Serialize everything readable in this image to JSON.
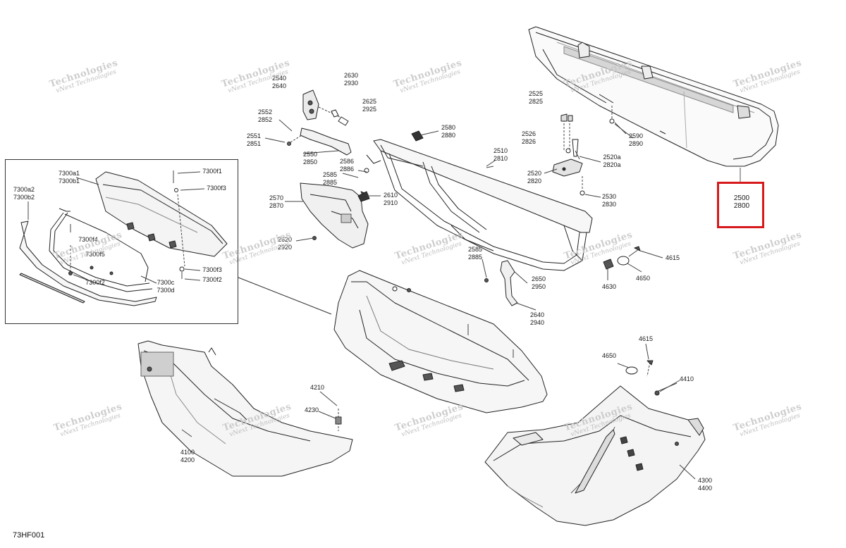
{
  "diagram_code": "73HF001",
  "watermark": {
    "line1": "vNext Technologies",
    "line2": "Technologies"
  },
  "highlight_color": "#d7191c",
  "callouts": [
    {
      "id": "c2540",
      "text": "2540\n2640"
    },
    {
      "id": "c2630",
      "text": "2630\n2930"
    },
    {
      "id": "c2625",
      "text": "2625\n2925"
    },
    {
      "id": "c2552",
      "text": "2552\n2852"
    },
    {
      "id": "c2551",
      "text": "2551\n2851"
    },
    {
      "id": "c2550",
      "text": "2550\n2850"
    },
    {
      "id": "c2586",
      "text": "2586\n2886"
    },
    {
      "id": "c2585a",
      "text": "2585\n2885"
    },
    {
      "id": "c2580",
      "text": "2580\n2880"
    },
    {
      "id": "c2570",
      "text": "2570\n2870"
    },
    {
      "id": "c2610",
      "text": "2610\n2910"
    },
    {
      "id": "c2620",
      "text": "2620\n2920"
    },
    {
      "id": "c2510",
      "text": "2510\n2810"
    },
    {
      "id": "c2525",
      "text": "2525\n2825"
    },
    {
      "id": "c2526",
      "text": "2526\n2826"
    },
    {
      "id": "c2520a",
      "text": "2520a\n2820a"
    },
    {
      "id": "c2520",
      "text": "2520\n2820"
    },
    {
      "id": "c2530",
      "text": "2530\n2830"
    },
    {
      "id": "c2590",
      "text": "2590\n2890"
    },
    {
      "id": "c2500",
      "text": "2500\n2800"
    },
    {
      "id": "c2585b",
      "text": "2585\n2885"
    },
    {
      "id": "c2650",
      "text": "2650\n2950"
    },
    {
      "id": "c2640",
      "text": "2640\n2940"
    },
    {
      "id": "c4615a",
      "text": "4615"
    },
    {
      "id": "c4630",
      "text": "4630"
    },
    {
      "id": "c4650a",
      "text": "4650"
    },
    {
      "id": "c7300a1",
      "text": "7300a1\n7300b1"
    },
    {
      "id": "c7300f1",
      "text": "7300f1"
    },
    {
      "id": "c7300f3a",
      "text": "7300f3"
    },
    {
      "id": "c7300a2",
      "text": "7300a2\n7300b2"
    },
    {
      "id": "c7300f4",
      "text": "7300f4"
    },
    {
      "id": "c7300f5",
      "text": "7300f5"
    },
    {
      "id": "c7300f3b",
      "text": "7300f3"
    },
    {
      "id": "c7300f2a",
      "text": "7300f2"
    },
    {
      "id": "c7300f2b",
      "text": "7300f2"
    },
    {
      "id": "c7300c",
      "text": "7300c\n7300d"
    },
    {
      "id": "c4210",
      "text": "4210"
    },
    {
      "id": "c4230",
      "text": "4230"
    },
    {
      "id": "c4100",
      "text": "4100\n4200"
    },
    {
      "id": "c4615b",
      "text": "4615"
    },
    {
      "id": "c4650b",
      "text": "4650"
    },
    {
      "id": "c4410",
      "text": "4410"
    },
    {
      "id": "c4300",
      "text": "4300\n4400"
    }
  ]
}
